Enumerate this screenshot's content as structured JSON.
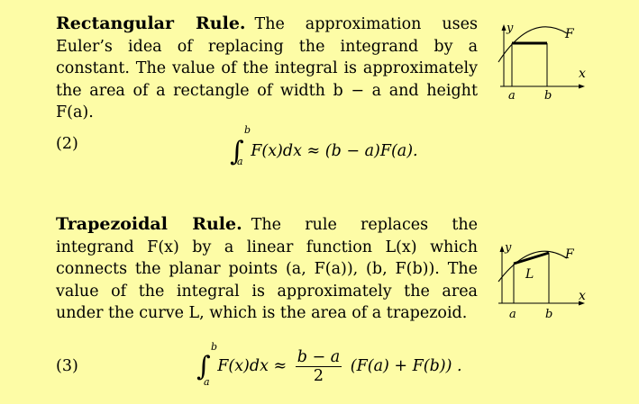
{
  "rectangular": {
    "heading": "Rectangular Rule.",
    "text": "The approximation uses Euler’s idea of replacing the integrand by a constant. The value of the integral is approximately the area of a rectangle of width b − a and height F(a).",
    "eq_number": "(2)",
    "eq_lower": "a",
    "eq_upper": "b",
    "eq_body": "F(x)dx ≈ (b − a)F(a).",
    "figure": {
      "y_label": "y",
      "x_label": "x",
      "curve_label": "F",
      "a_label": "a",
      "b_label": "b"
    }
  },
  "trapezoidal": {
    "heading": "Trapezoidal Rule.",
    "text": "The rule replaces the integrand F(x) by a linear function L(x) which connects the planar points (a, F(a)), (b, F(b)). The value of the integral is approximately the area under the curve L, which is the area of a trapezoid.",
    "eq_number": "(3)",
    "eq_lower": "a",
    "eq_upper": "b",
    "eq_left": "F(x)dx ≈",
    "eq_frac_num": "b − a",
    "eq_frac_den": "2",
    "eq_right": "(F(a) + F(b)) .",
    "figure": {
      "y_label": "y",
      "x_label": "x",
      "curve_label": "F",
      "line_label": "L",
      "a_label": "a",
      "b_label": "b"
    }
  }
}
